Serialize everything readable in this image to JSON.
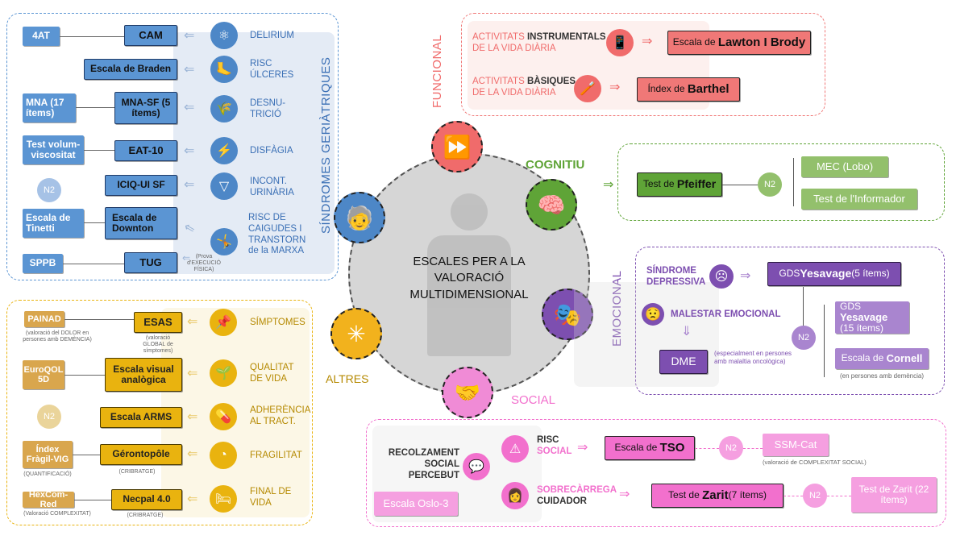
{
  "center": {
    "l1": "ESCALES PER A LA",
    "l2": "VALORACIÓ",
    "l3": "MULTIDIMENSIONAL"
  },
  "geriatric": {
    "title": "SÍNDROMES GERIÀTRIQUES",
    "rows": [
      {
        "left": "4AT",
        "main": "CAM",
        "label": "DELIRIUM",
        "icon": "atom-icon"
      },
      {
        "main": "Escala de Braden",
        "label": "RISC ÚLCERES",
        "icon": "foot-icon"
      },
      {
        "left": "MNA (17 ítems)",
        "main": "MNA-SF (5 ítems)",
        "label": "DESNU- TRICIÓ",
        "icon": "wheat-icon"
      },
      {
        "left": "Test volum-viscositat",
        "main": "EAT-10",
        "label": "DISFÀGIA",
        "icon": "lightning-icon"
      },
      {
        "left": "N2",
        "main": "ICIQ-UI SF",
        "label": "INCONT. URINÀRIA",
        "icon": "diaper-icon"
      },
      {
        "left": "Escala de Tinetti",
        "main": "Escala de Downton",
        "label": "RISC DE CAIGUDES I TRANSTORN de la MARXA",
        "icon": "fall-icon"
      },
      {
        "left": "SPPB",
        "main": "TUG",
        "note": "(Prova d'EXECUCIÓ FÍSICA)"
      }
    ]
  },
  "others": {
    "title": "ALTRES",
    "rows": [
      {
        "left": "PAINAD",
        "left_note": "(valoració del DOLOR en persones amb DEMÈNCIA)",
        "main": "ESAS",
        "main_note": "(valoració GLOBAL de símptomes)",
        "label": "SÍMPTOMES",
        "icon": "pin-icon"
      },
      {
        "left": "EuroQOL 5D",
        "main": "Escala visual analògica",
        "label": "QUALITAT DE VIDA",
        "icon": "plant-hand-icon"
      },
      {
        "left": "N2",
        "main": "Escala ARMS",
        "label": "ADHERÈNCIA AL TRACT.",
        "icon": "pills-icon"
      },
      {
        "left": "Índex Fràgil-VIG",
        "left_note": "(QUANTIFICACIÓ)",
        "main": "Gérontopôle",
        "main_note": "(CRIBRATGE)",
        "label": "FRAGILITAT",
        "icon": "gauge-icon"
      },
      {
        "left": "HexCom-Red",
        "left_note": "(Valoració COMPLEXITAT)",
        "main": "Necpal 4.0",
        "main_note": "(CRIBRATGE)",
        "label": "FINAL DE VIDA",
        "icon": "bed-icon"
      }
    ]
  },
  "functional": {
    "title": "FUNCIONAL",
    "r1_a": "ACTIVITATS ",
    "r1_b": "INSTRUMENTALS",
    "r1_c": "DE LA VIDA DIÀRIA",
    "r1_box_a": "Escala de ",
    "r1_box_b": "Lawton I Brody",
    "r2_a": "ACTIVITATS ",
    "r2_b": "BÀSIQUES",
    "r2_c": "DE LA VIDA DIÀRIA",
    "r2_box_a": "Índex de ",
    "r2_box_b": "Barthel"
  },
  "cognitive": {
    "title": "COGNITIU",
    "box_a": "Test de ",
    "box_b": "Pfeiffer",
    "n2": "N2",
    "opt1": "MEC (Lobo)",
    "opt2": "Test de l'Informador"
  },
  "emotional": {
    "title": "EMOCIONAL",
    "dep_a": "SÍNDROME",
    "dep_b": "DEPRESSIVA",
    "gds5_a": "GDS ",
    "gds5_b": "Yesavage",
    "gds5_c": " (5 ítems)",
    "malestar": "MALESTAR EMOCIONAL",
    "dme": "DME",
    "dme_note": "(especialment en persones amb malaltia oncològica)",
    "n2": "N2",
    "gds15_a": "GDS ",
    "gds15_b": "Yesavage",
    "gds15_c": "(15 ítems)",
    "cornell_a": "Escala de ",
    "cornell_b": "Cornell",
    "cornell_note": "(en persones amb demència)"
  },
  "social": {
    "title": "SOCIAL",
    "recolz": "RECOLZAMENT SOCIAL PERCEBUT",
    "oslo": "Escala Oslo-3",
    "risc_a": "RISC",
    "risc_b": "SOCIAL",
    "tso_a": "Escala de ",
    "tso_b": "TSO",
    "n2a": "N2",
    "ssm": "SSM-Cat",
    "ssm_note": "(valoració de COMPLEXITAT SOCIAL)",
    "sobre_a": "SOBRECÀRREGA",
    "sobre_b": "CUIDADOR",
    "zarit_a": "Test de ",
    "zarit_b": "Zarit",
    "zarit_c": " (7 ítems)",
    "n2b": "N2",
    "zarit22": "Test de Zarit (22 ítems)"
  },
  "colors": {
    "blue": "#5b95d3",
    "orange": "#e9b30f",
    "red": "#f07877",
    "green": "#5fa437",
    "purple": "#7d4fb0",
    "pink": "#f270cd"
  }
}
